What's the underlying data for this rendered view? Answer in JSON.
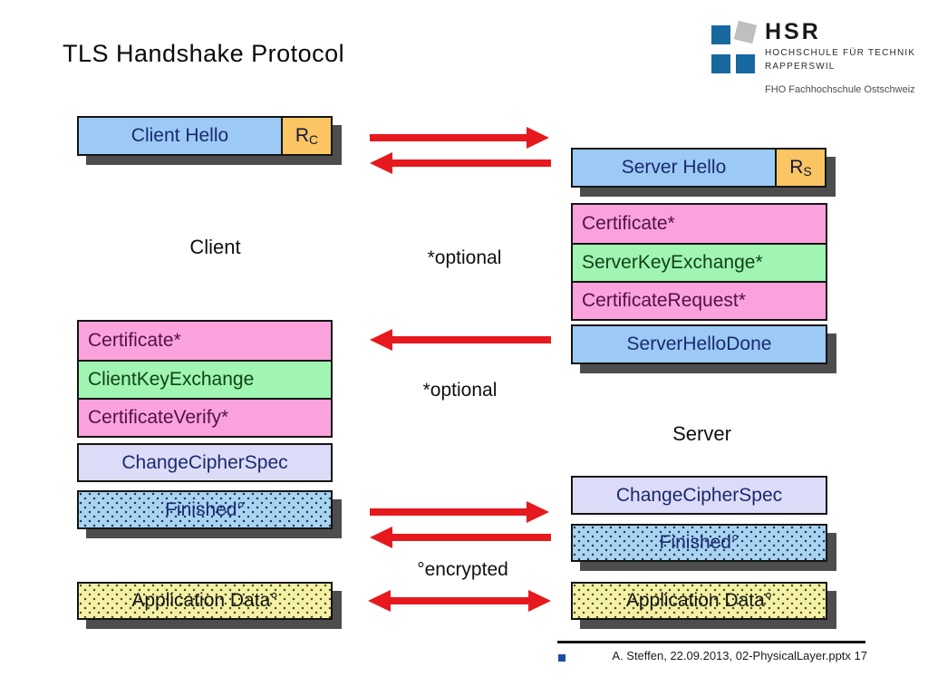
{
  "slide": {
    "title": "TLS Handshake Protocol",
    "footer": "A. Steffen, 22.09.2013, 02-PhysicalLayer.pptx 17"
  },
  "logo": {
    "abbr": "HSR",
    "line1": "HOCHSCHULE FÜR TECHNIK",
    "line2": "RAPPERSWIL",
    "line3": "FHO Fachhochschule Ostschweiz"
  },
  "labels": {
    "client": "Client",
    "server": "Server",
    "optional_top": "*optional",
    "optional_bottom": "*optional",
    "encrypted": "°encrypted"
  },
  "client": {
    "hello": "Client Hello",
    "nonce": "R",
    "nonce_sub": "C",
    "certificate": "Certificate*",
    "key_exchange": "ClientKeyExchange",
    "certificate_verify": "CertificateVerify*",
    "change_cipher_spec": "ChangeCipherSpec",
    "finished": "Finished°",
    "application_data": "Application Data°"
  },
  "server": {
    "hello": "Server Hello",
    "nonce": "R",
    "nonce_sub": "S",
    "certificate": "Certificate*",
    "key_exchange": "ServerKeyExchange*",
    "certificate_request": "CertificateRequest*",
    "hello_done": "ServerHelloDone",
    "change_cipher_spec": "ChangeCipherSpec",
    "finished": "Finished°",
    "application_data": "Application Data°"
  },
  "colors": {
    "message_blue": "#9ccaf5",
    "nonce_orange": "#fac562",
    "optional_pink": "#fba2dc",
    "key_exchange_green": "#9ff5b1",
    "change_cipher_lavender": "#dcdcf8",
    "app_data_yellow": "#f4f1a4",
    "arrow_red": "#e6191e",
    "shadow_gray": "#4d4d4d",
    "logo_blue": "#16689f",
    "footer_bullet_blue": "#1f4e9e"
  }
}
